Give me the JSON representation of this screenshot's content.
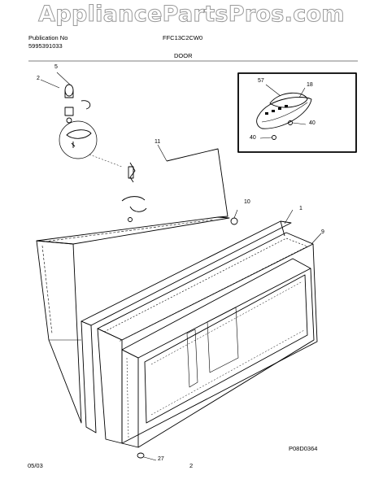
{
  "watermark": {
    "text": "AppliancePartsPros.com"
  },
  "header": {
    "publication_label": "Publication No",
    "publication_number": "5995391033",
    "model": "FFC13C2CW0",
    "section": "DOOR"
  },
  "callouts": {
    "c5": "5",
    "c2": "2",
    "c11": "11",
    "c10": "10",
    "c1": "1",
    "c9": "9",
    "c27": "27",
    "c57": "57",
    "c18": "18",
    "c40a": "40",
    "c40b": "40"
  },
  "footer": {
    "date": "05/03",
    "page": "2",
    "drawing_code": "P08D0364"
  },
  "colors": {
    "line": "#000000",
    "watermark_stroke": "#9a9a9a"
  }
}
